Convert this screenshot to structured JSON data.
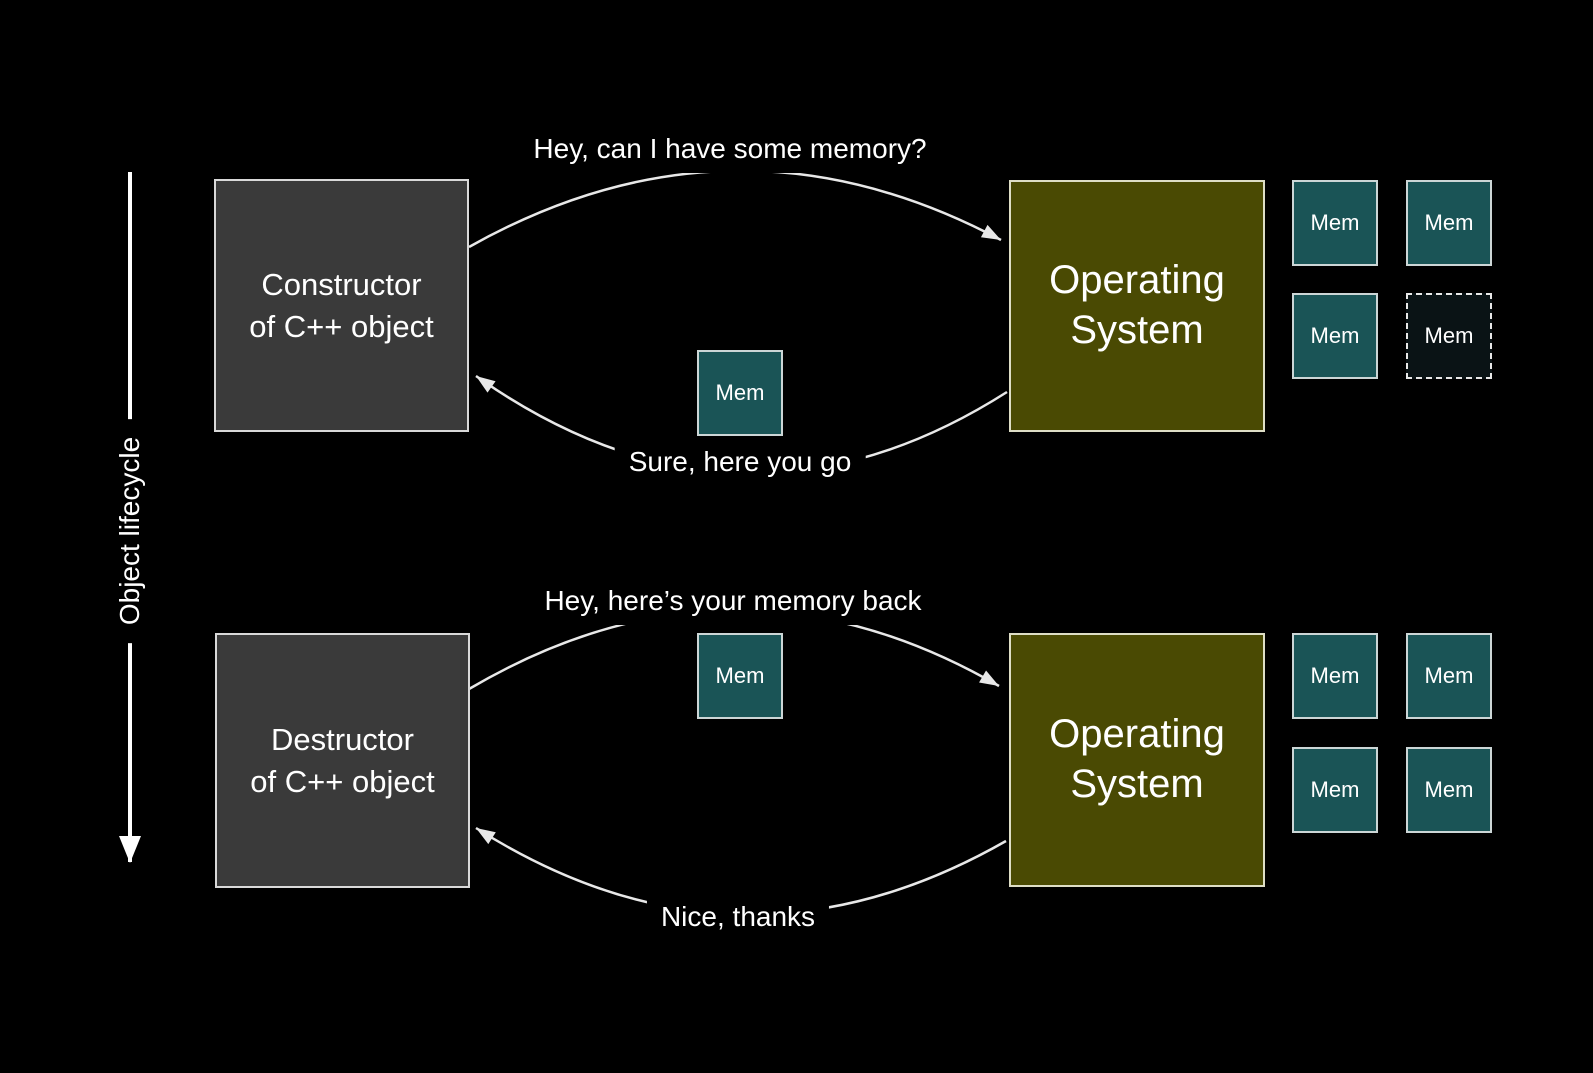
{
  "colors": {
    "background": "#000000",
    "actor_box": "#3a3a3a",
    "actor_border": "#d9d9d9",
    "os_box": "#4a4a03",
    "os_border": "#dedec6",
    "mem_box": "#1a5456",
    "mem_border": "#ccd6d6",
    "freed_box": "#0a1315",
    "freed_border": "#e8e8e8",
    "connector": "#e8e8e8",
    "text": "#ffffff"
  },
  "lifecycle": {
    "label": "Object lifecycle"
  },
  "top_flow": {
    "actor_label": "Constructor\nof C++ object",
    "os_label": "Operating\nSystem",
    "request_message": "Hey, can I have some memory?",
    "response_message": "Sure, here you go",
    "transfer_mem_label": "Mem",
    "os_cells": [
      {
        "label": "Mem",
        "state": "owned"
      },
      {
        "label": "Mem",
        "state": "owned"
      },
      {
        "label": "Mem",
        "state": "owned"
      },
      {
        "label": "Mem",
        "state": "lent-out"
      }
    ]
  },
  "bottom_flow": {
    "actor_label": "Destructor\nof C++ object",
    "os_label": "Operating\nSystem",
    "request_message": "Hey, here’s your memory back",
    "response_message": "Nice, thanks",
    "transfer_mem_label": "Mem",
    "os_cells": [
      {
        "label": "Mem",
        "state": "owned"
      },
      {
        "label": "Mem",
        "state": "owned"
      },
      {
        "label": "Mem",
        "state": "owned"
      },
      {
        "label": "Mem",
        "state": "owned"
      }
    ]
  }
}
